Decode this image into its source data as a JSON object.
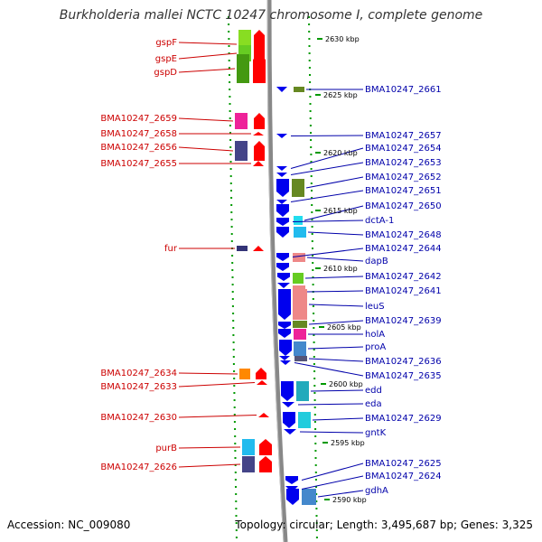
{
  "title": "Burkholderia mallei NCTC 10247 chromosome I, complete genome",
  "accession": "Accession: NC_009080",
  "topology": "Topology: circular; Length: 3,495,687 bp; Genes: 3,325",
  "colors": {
    "forward_label": "#cc0000",
    "reverse_label": "#0000aa",
    "forward_strand": "#ff0000",
    "reverse_strand": "#0000ee",
    "backbone": "#888888",
    "tick": "#009900"
  },
  "scale_labels": [
    "2630 kbp",
    "2625 kbp",
    "2620 kbp",
    "2615 kbp",
    "2610 kbp",
    "2605 kbp",
    "2600 kbp",
    "2595 kbp",
    "2590 kbp"
  ],
  "forward_genes": [
    {
      "name": "gspF",
      "color": "#88dd22"
    },
    {
      "name": "gspE",
      "color": "#66cc22"
    },
    {
      "name": "gspD",
      "color": "#449911"
    },
    {
      "name": "BMA10247_2659",
      "color": "#ee2299"
    },
    {
      "name": "BMA10247_2658",
      "color": ""
    },
    {
      "name": "BMA10247_2656",
      "color": "#444488"
    },
    {
      "name": "BMA10247_2655",
      "color": ""
    },
    {
      "name": "fur",
      "color": "#333377"
    },
    {
      "name": "BMA10247_2634",
      "color": "#ff8800"
    },
    {
      "name": "BMA10247_2633",
      "color": ""
    },
    {
      "name": "BMA10247_2630",
      "color": ""
    },
    {
      "name": "purB",
      "color": "#22bbee"
    },
    {
      "name": "BMA10247_2626",
      "color": "#444488"
    }
  ],
  "reverse_genes": [
    {
      "name": "BMA10247_2661",
      "color": "#668822"
    },
    {
      "name": "BMA10247_2657",
      "color": ""
    },
    {
      "name": "BMA10247_2654",
      "color": ""
    },
    {
      "name": "BMA10247_2653",
      "color": ""
    },
    {
      "name": "BMA10247_2652",
      "color": "#668822"
    },
    {
      "name": "BMA10247_2651",
      "color": ""
    },
    {
      "name": "BMA10247_2650",
      "color": "#22ddee"
    },
    {
      "name": "dctA-1",
      "color": ""
    },
    {
      "name": "BMA10247_2648",
      "color": "#22bbee"
    },
    {
      "name": "BMA10247_2644",
      "color": ""
    },
    {
      "name": "dapB",
      "color": "#ee8888"
    },
    {
      "name": "BMA10247_2642",
      "color": "#66cc22"
    },
    {
      "name": "BMA10247_2641",
      "color": "#ee8888"
    },
    {
      "name": "leuS",
      "color": "#ee8888"
    },
    {
      "name": "BMA10247_2639",
      "color": "#668822"
    },
    {
      "name": "holA",
      "color": "#ee2299"
    },
    {
      "name": "proA",
      "color": "#4488cc"
    },
    {
      "name": "BMA10247_2636",
      "color": "#555577"
    },
    {
      "name": "BMA10247_2635",
      "color": ""
    },
    {
      "name": "edd",
      "color": "#22aabb"
    },
    {
      "name": "eda",
      "color": ""
    },
    {
      "name": "BMA10247_2629",
      "color": "#22ccdd"
    },
    {
      "name": "gntK",
      "color": ""
    },
    {
      "name": "BMA10247_2625",
      "color": ""
    },
    {
      "name": "BMA10247_2624",
      "color": ""
    },
    {
      "name": "gdhA",
      "color": "#4488cc"
    }
  ]
}
